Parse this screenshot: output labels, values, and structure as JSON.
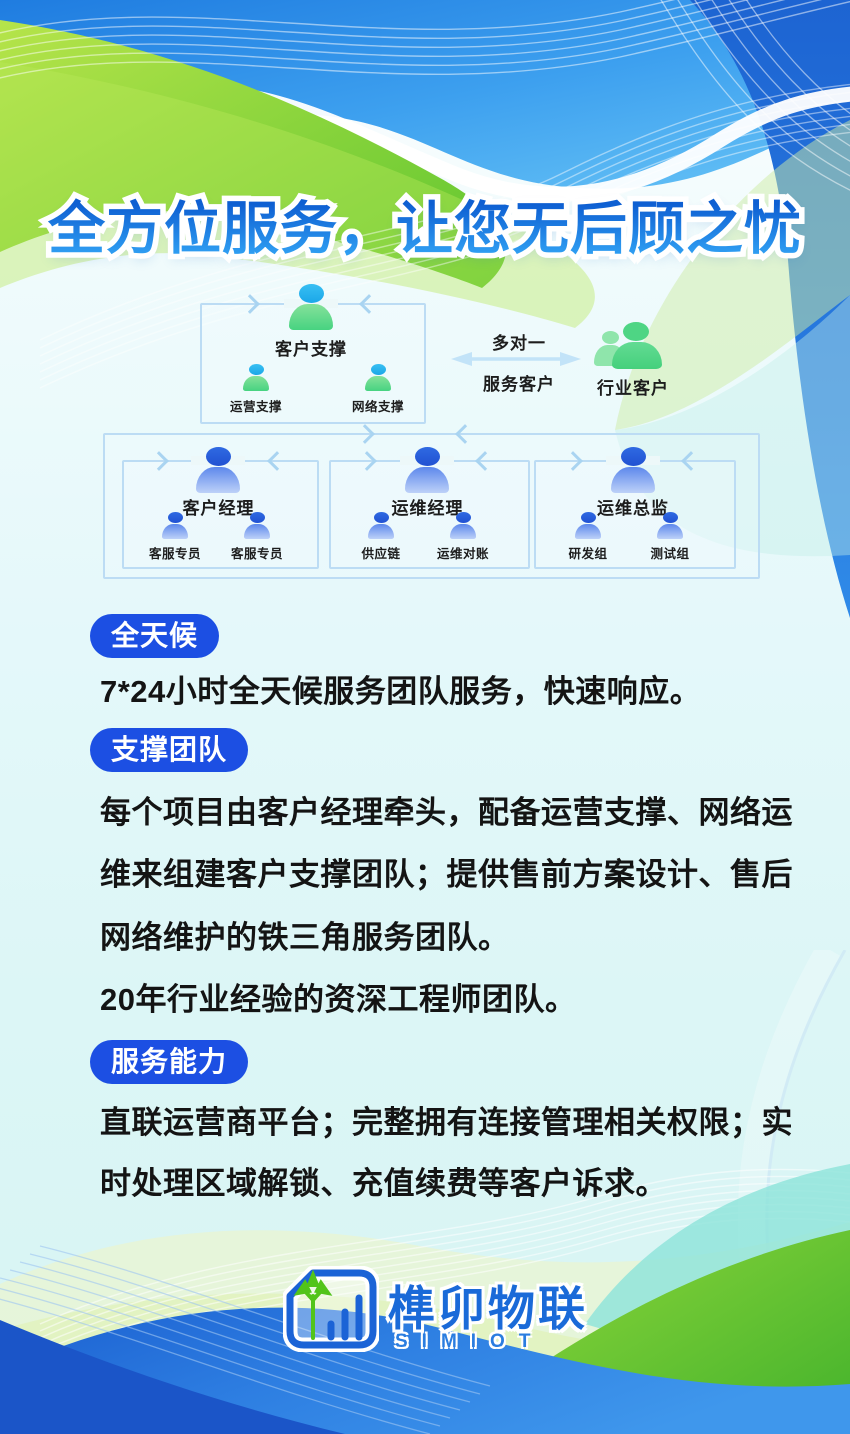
{
  "title": "全方位服务，让您无后顾之忧",
  "org_chart": {
    "support_box": {
      "label": "客户支撑",
      "members": [
        {
          "label": "运营支撑"
        },
        {
          "label": "网络支撑"
        }
      ]
    },
    "relation": {
      "top_label": "多对一",
      "bottom_label": "服务客户"
    },
    "customer": {
      "label": "行业客户"
    },
    "teams": [
      {
        "label": "客户经理",
        "members": [
          {
            "label": "客服专员"
          },
          {
            "label": "客服专员"
          }
        ]
      },
      {
        "label": "运维经理",
        "members": [
          {
            "label": "供应链"
          },
          {
            "label": "运维对账"
          }
        ]
      },
      {
        "label": "运维总监",
        "members": [
          {
            "label": "研发组"
          },
          {
            "label": "测试组"
          }
        ]
      }
    ]
  },
  "sections": [
    {
      "badge": "全天候",
      "lines": [
        "7*24小时全天候服务团队服务，快速响应。"
      ]
    },
    {
      "badge": "支撑团队",
      "lines": [
        "每个项目由客户经理牵头，配备运营支撑、网络运",
        "维来组建客户支撑团队；提供售前方案设计、售后",
        "网络维护的铁三角服务团队。",
        "20年行业经验的资深工程师团队。"
      ]
    },
    {
      "badge": "服务能力",
      "lines": [
        "直联运营商平台；完整拥有连接管理相关权限；实",
        "时处理区域解锁、充值续费等客户诉求。"
      ]
    }
  ],
  "footer": {
    "brand_name": "榫卯物联",
    "brand_sub": "SIMIOT"
  },
  "icons": {
    "person": "person-icon",
    "customer_group": "people-group-icon",
    "logo": "sim-card-logo-icon",
    "arrows": "chevron-arrow-icon"
  },
  "colors": {
    "badge_blue": "#1c4fe3",
    "title_blue": "#1470db",
    "brand_blue": "#1a6ad8",
    "box_border": "#bcdcf4",
    "person_blue_head": "#2f6ae2",
    "person_blue_body": "#5d88ec",
    "person_green_head": "#2bb3ef",
    "person_green_body": "#4cd685",
    "customer_green": "#4ed584"
  }
}
